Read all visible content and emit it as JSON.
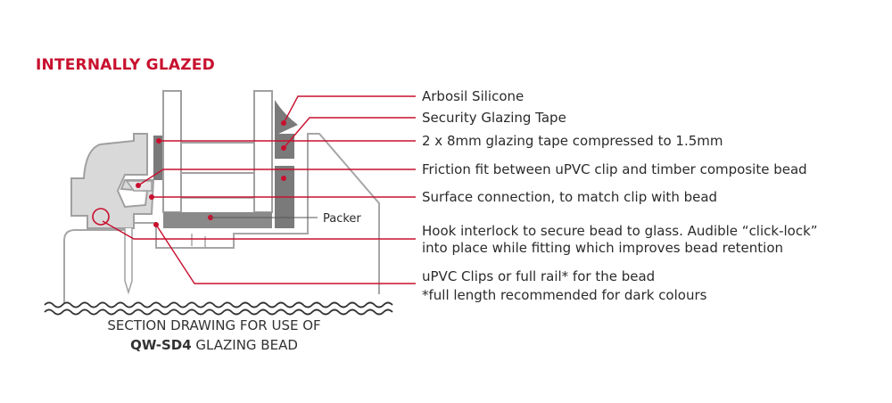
{
  "heading": "INTERNALLY GLAZED",
  "callouts": [
    "Arbosil Silicone",
    "Security Glazing Tape",
    "2 x 8mm glazing tape compressed to 1.5mm",
    "Friction fit between uPVC clip and timber composite bead",
    "Surface connection, to match clip with bead",
    "Hook interlock to secure bead to glass. Audible “click-lock”",
    "into place while fitting which improves bead retention",
    "uPVC Clips or full rail* for the bead",
    "*full length recommended for dark colours"
  ],
  "packer_label": "Packer",
  "caption": {
    "line1": "SECTION DRAWING FOR USE OF",
    "code": "QW-SD4",
    "line2_rest": " GLAZING BEAD"
  },
  "colors": {
    "accent": "#c8102e",
    "outline": "#9a9a9a",
    "profile_fill": "#d9d9d9",
    "tape_fill": "#7a7a7a",
    "text": "#2b2b2b"
  }
}
